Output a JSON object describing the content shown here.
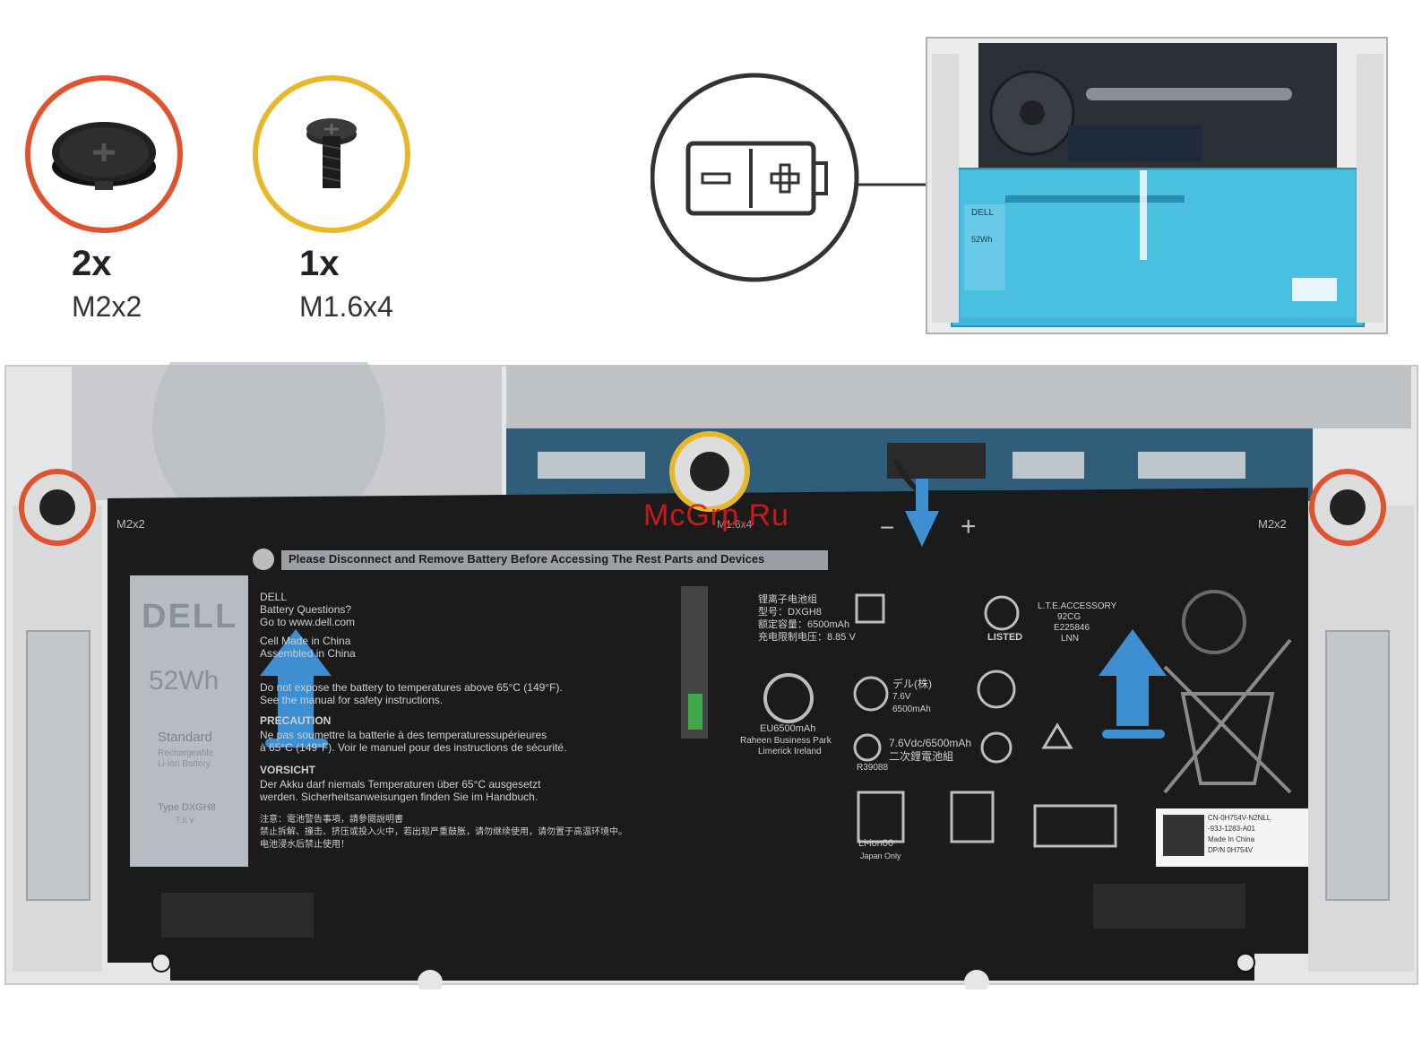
{
  "screws": [
    {
      "count": "2x",
      "size": "M2x2",
      "ring_color": "#e0532f"
    },
    {
      "count": "1x",
      "size": "M1.6x4",
      "ring_color": "#e8b82a"
    }
  ],
  "battery": {
    "warning": "Please Disconnect and Remove Battery Before Accessing The Rest Parts and Devices",
    "brand": "DELL",
    "capacity": "52Wh",
    "grade": "Standard",
    "grade_sub1": "Rechargeable",
    "grade_sub2": "Li-ion Battery",
    "type_label": "Type DXGH8",
    "type_voltage": "7.6 V",
    "dell_head": "DELL",
    "questions": "Battery Questions?",
    "goto": "Go to www.dell.com",
    "made1": "Cell Made in China",
    "made2": "Assembled in China",
    "caution_line1": "Do not expose the battery to temperatures above 65°C (149°F).",
    "caution_line2": "See the manual for safety instructions.",
    "precaution_head": "PRECAUTION",
    "precaution_line1": "Ne pas soumettre la batterie à des temperaturessupérieures",
    "precaution_line2": "à 65°C (149°F). Voir le manuel pour des instructions de sécurité.",
    "vorsicht_head": "VORSICHT",
    "vorsicht_line1": "Der Akku darf niemals Temperaturen über 65°C  ausgesetzt",
    "vorsicht_line2": "werden. Sicherheitsanweisungen finden Sie im Handbuch.",
    "cn_line1": "注意：電池警告事項，請參閱說明書",
    "cn_line2": "禁止拆解、撞击、挤压或投入火中，若出现严重鼓胀，请勿继续使用，请勿置于高温环境中。",
    "cn_line3": "电池浸水后禁止使用！",
    "spec1": "锂离子电池组",
    "spec2": "型号：DXGH8",
    "spec3": "额定容量：6500mAh",
    "spec4": "充电限制电压：8.85 V",
    "ce_sub1": "EU6500mAh",
    "ce_sub2": "Raheen Business Park",
    "ce_sub3": "Limerick Ireland",
    "pse1": "デル(株)",
    "pse2": "7.6V",
    "pse3": "6500mAh",
    "tw1": "7.6Vdc/6500mAh",
    "tw2": "二次鋰電池組",
    "r_num": "R39088",
    "ul1": "L.T.E.ACCESSORY",
    "ul2": "92CG",
    "ul3": "E225846",
    "ul4": "LNN",
    "listed": "LISTED",
    "recycle1": "Li-ion00",
    "recycle2": "Japan Only",
    "barcode1": "CN-0H754V-N2NLL",
    "barcode2": "-93J-1283-A01",
    "barcode3": "Made In China",
    "barcode4": "DP/N 0H754V",
    "polarity_minus": "−",
    "polarity_plus": "+"
  },
  "callouts": {
    "left_screw": "M2x2",
    "right_screw": "M2x2",
    "center_screw": "M1.6x4"
  },
  "watermark": "McGrp.Ru",
  "colors": {
    "battery_body": "#1b1b1b",
    "arrow_blue": "#3d8fd1",
    "ring_red": "#e0532f",
    "ring_yellow": "#e8b82a",
    "battery_inset_cyan": "#3fb6d9"
  }
}
